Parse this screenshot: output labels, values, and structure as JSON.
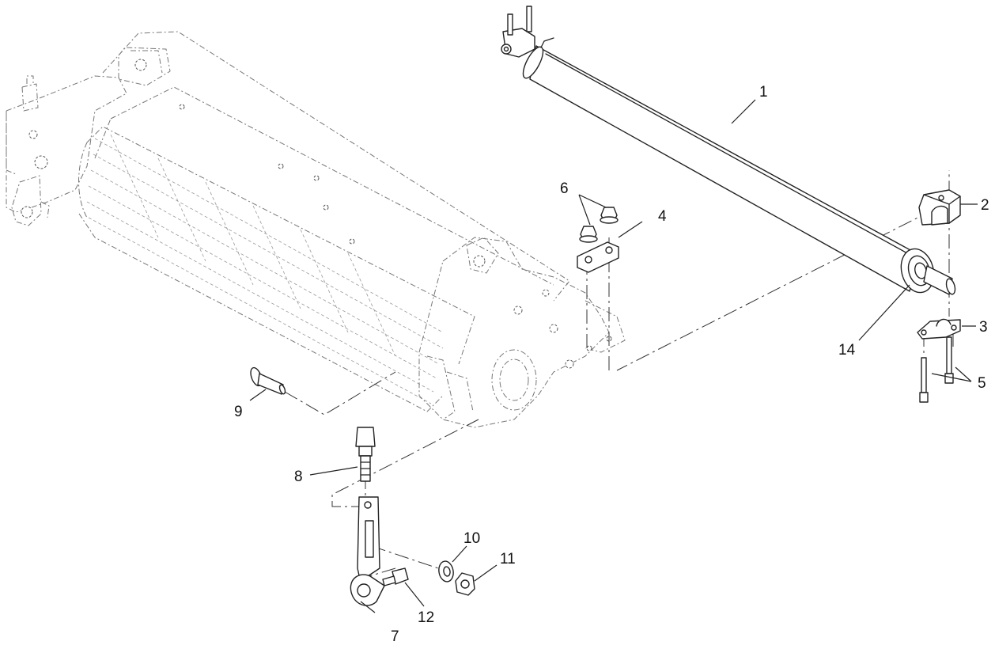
{
  "callouts": {
    "c1": "1",
    "c2": "2",
    "c3": "3",
    "c4": "4",
    "c5": "5",
    "c6": "6",
    "c7": "7",
    "c8": "8",
    "c9": "9",
    "c10": "10",
    "c11": "11",
    "c12": "12",
    "c14": "14"
  }
}
